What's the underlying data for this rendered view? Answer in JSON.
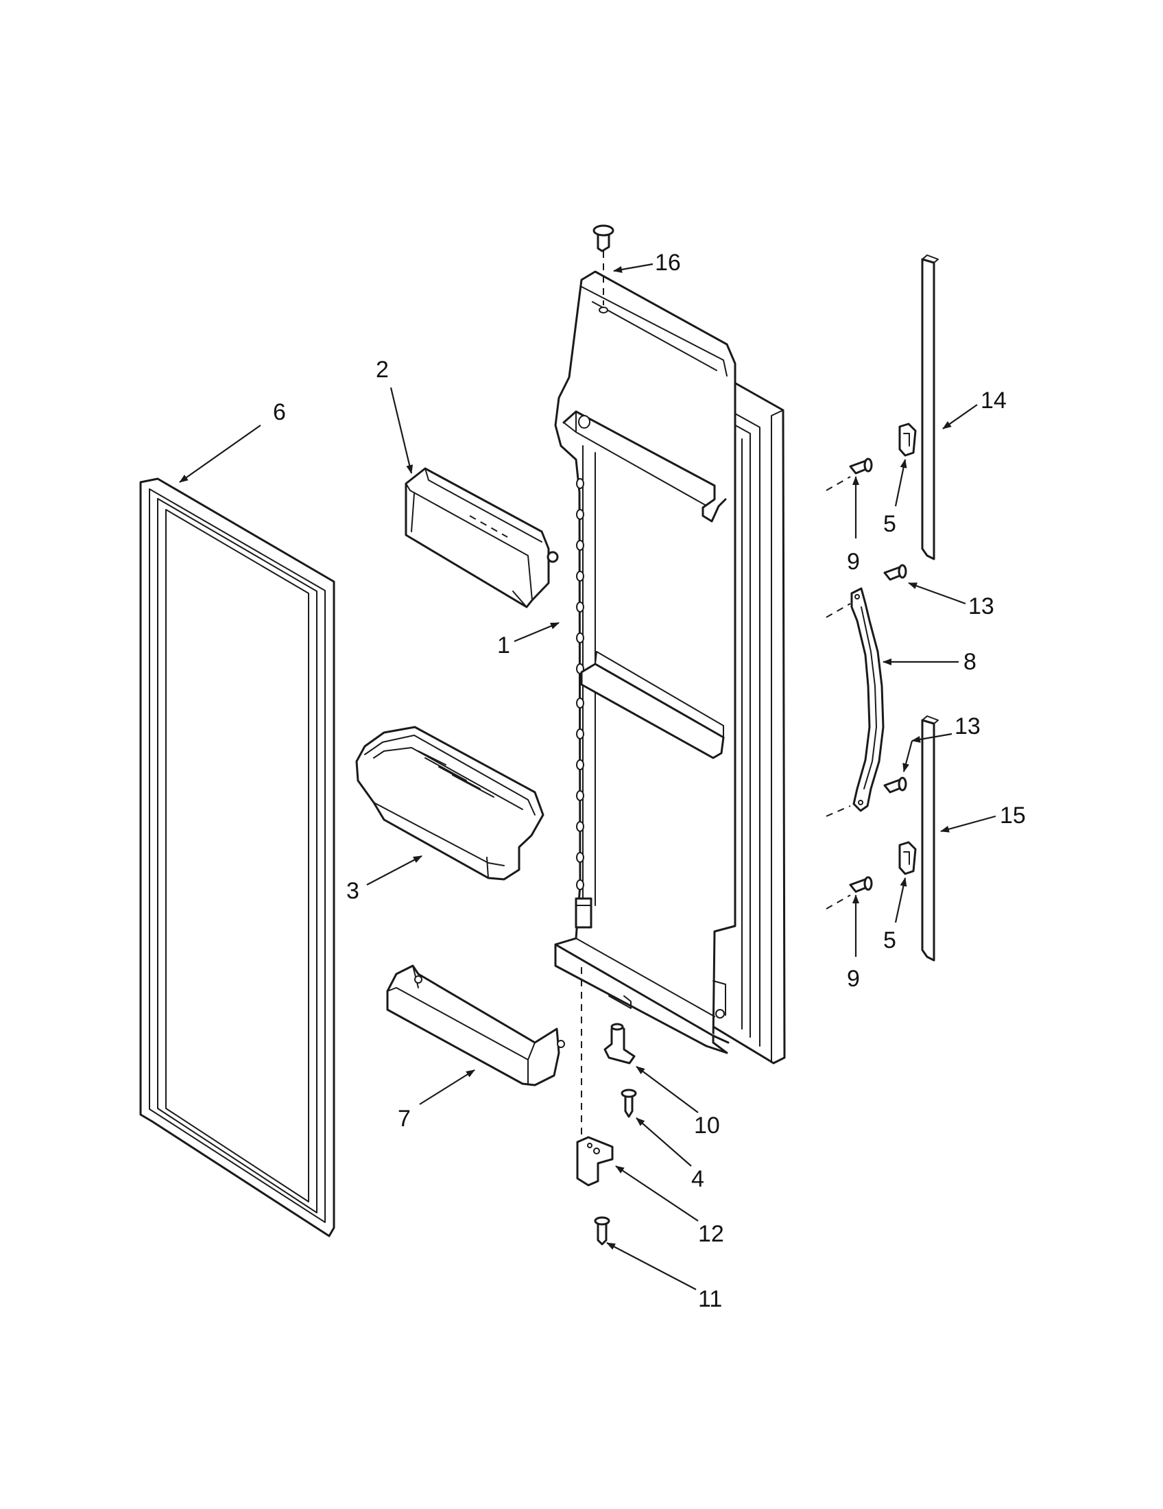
{
  "diagram": {
    "callouts": [
      {
        "id": "c16a",
        "label": "16"
      },
      {
        "id": "c2",
        "label": "2"
      },
      {
        "id": "c6",
        "label": "6"
      },
      {
        "id": "c14",
        "label": "14"
      },
      {
        "id": "c5a",
        "label": "5"
      },
      {
        "id": "c9a",
        "label": "9"
      },
      {
        "id": "c1",
        "label": "1"
      },
      {
        "id": "c13a",
        "label": "13"
      },
      {
        "id": "c8",
        "label": "8"
      },
      {
        "id": "c13b",
        "label": "13"
      },
      {
        "id": "c15",
        "label": "15"
      },
      {
        "id": "c3",
        "label": "3"
      },
      {
        "id": "c5b",
        "label": "5"
      },
      {
        "id": "c9b",
        "label": "9"
      },
      {
        "id": "c10",
        "label": "10"
      },
      {
        "id": "c7",
        "label": "7"
      },
      {
        "id": "c4",
        "label": "4"
      },
      {
        "id": "c12",
        "label": "12"
      },
      {
        "id": "c11",
        "label": "11"
      }
    ]
  }
}
